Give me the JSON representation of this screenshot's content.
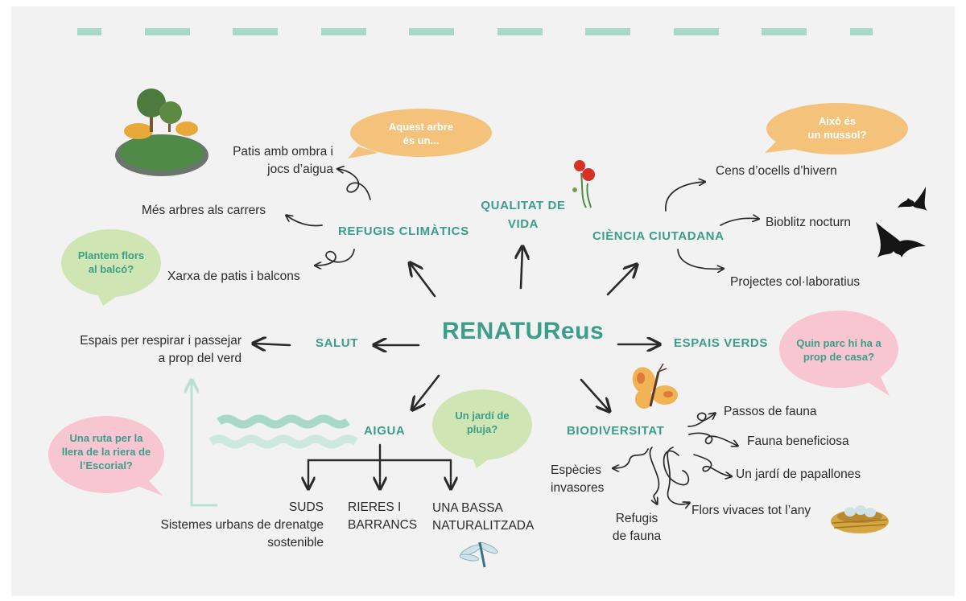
{
  "colors": {
    "heading": "#3a9e88",
    "bubble_orange": "#f4c27a",
    "bubble_green": "#cfe6b4",
    "bubble_pink": "#f8c5d2",
    "dash": "#a7d8c8",
    "arrow": "#2a2a2a"
  },
  "center": {
    "title": "RENATUReus"
  },
  "branches": {
    "refugis": "REFUGIS CLIMÀTICS",
    "qualitat_1": "QUALITAT DE",
    "qualitat_2": "VIDA",
    "ciencia": "CIÈNCIA CIUTADANA",
    "salut": "SALUT",
    "espais": "ESPAIS VERDS",
    "aigua": "AIGUA",
    "biodiversitat": "BIODIVERSITAT"
  },
  "items": {
    "patis_ombra_1": "Patis amb ombra i",
    "patis_ombra_2": "jocs d’aigua",
    "mes_arbres": "Més arbres als carrers",
    "xarxa_patis": "Xarxa de patis i balcons",
    "cens_ocells": "Cens d’ocells d’hivern",
    "bioblitz": "Bioblitz nocturn",
    "projectes": "Projectes col·laboratius",
    "espais_respirar_1": "Espais per respirar i passejar",
    "espais_respirar_2": "a prop del verd",
    "suds_1": "SUDS",
    "suds_2": "Sistemes urbans de drenatge",
    "suds_3": "sostenible",
    "rieres_1": "RIERES I",
    "rieres_2": "BARRANCS",
    "bassa_1": "UNA BASSA",
    "bassa_2": "NATURALITZADA",
    "passos": "Passos de fauna",
    "fauna_benef": "Fauna beneficiosa",
    "jardi_papallones": "Un jardí de papallones",
    "flors_vivaces": "Flors vivaces tot l’any",
    "especies_1": "Espècies",
    "especies_2": "invasores",
    "refugis_fauna_1": "Refugis",
    "refugis_fauna_2": "de fauna"
  },
  "bubbles": {
    "arbre_1": "Aquest arbre",
    "arbre_2": "és un...",
    "mussol_1": "Això és",
    "mussol_2": "un mussol?",
    "flors_1": "Plantem flors",
    "flors_2": "al balcó?",
    "parc_1": "Quin parc hi ha a",
    "parc_2": "prop de casa?",
    "pluja_1": "Un jardí de",
    "pluja_2": "pluja?",
    "ruta_1": "Una ruta per la",
    "ruta_2": "llera de la riera de",
    "ruta_3": "l’Escorial?"
  },
  "icons": [
    "park-icon",
    "poppy-icon",
    "bat-icon",
    "butterfly-icon",
    "waves-icon",
    "dragonfly-icon",
    "nest-icon"
  ]
}
